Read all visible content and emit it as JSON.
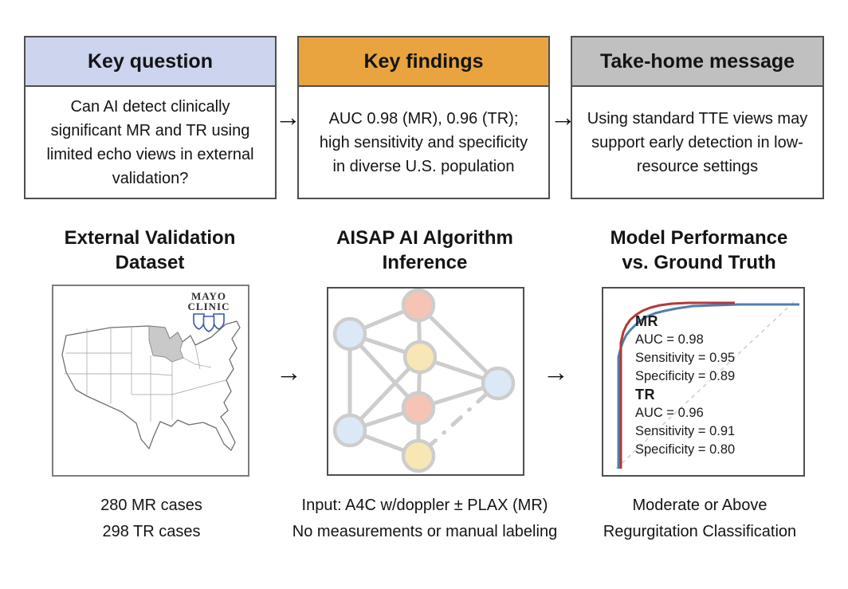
{
  "glyphs": {
    "arrow_right": "→"
  },
  "colors": {
    "key_question_header_bg": "#ccd4ee",
    "key_findings_header_bg": "#e9a43f",
    "take_home_header_bg": "#c1c0c0",
    "box_border": "#4f4f4f",
    "mr_curve": "#b23a3a",
    "tr_curve": "#4e7fae",
    "nn_edge": "#c9c9c9",
    "nn_node_blue": "#d9e8f6",
    "nn_node_red": "#f5bfae",
    "nn_node_yellow": "#f8e6ae",
    "map_highlight": "#c9c9c9",
    "mayo_blue": "#3a57a7"
  },
  "summary_boxes": [
    {
      "title": "Key question",
      "body": "Can AI detect clinically significant MR and TR using limited echo views in external validation?"
    },
    {
      "title": "Key findings",
      "body": "AUC 0.98 (MR), 0.96 (TR); high sensitivity and specificity in diverse U.S. population"
    },
    {
      "title": "Take-home message",
      "body": "Using standard TTE views may support early detection in low-resource settings"
    }
  ],
  "columns": [
    {
      "heading": "External Validation\nDataset",
      "caption": "280 MR cases\n298 TR cases"
    },
    {
      "heading": "AISAP AI Algorithm\nInference",
      "caption": "Input: A4C w/doppler ± PLAX (MR)\nNo measurements or manual labeling"
    },
    {
      "heading": "Model Performance\nvs. Ground Truth",
      "caption": "Moderate or Above\nRegurgitation Classification"
    }
  ],
  "map_panel": {
    "mayo_logo": "MAYO\nCLINIC",
    "highlighted_states": [
      "Minnesota",
      "Wisconsin"
    ]
  },
  "roc_panel": {
    "mr_label": "MR",
    "mr_auc": "AUC = 0.98",
    "mr_sensitivity": "Sensitivity = 0.95",
    "mr_specificity": "Specificity = 0.89",
    "tr_label": "TR",
    "tr_auc": "AUC = 0.96",
    "tr_sensitivity": "Sensitivity = 0.91",
    "tr_specificity": "Specificity = 0.80"
  },
  "chart_data": {
    "type": "line",
    "title": "ROC curves, model vs. ground truth",
    "series": [
      {
        "name": "MR",
        "auc": 0.98,
        "sensitivity": 0.95,
        "specificity": 0.89,
        "color": "#b23a3a"
      },
      {
        "name": "TR",
        "auc": 0.96,
        "sensitivity": 0.91,
        "specificity": 0.8,
        "color": "#4e7fae"
      }
    ],
    "diagonal_reference": true,
    "axis_ranges": {
      "x": [
        0,
        1
      ],
      "y": [
        0,
        1
      ]
    },
    "legend_position": "inside-plot"
  }
}
